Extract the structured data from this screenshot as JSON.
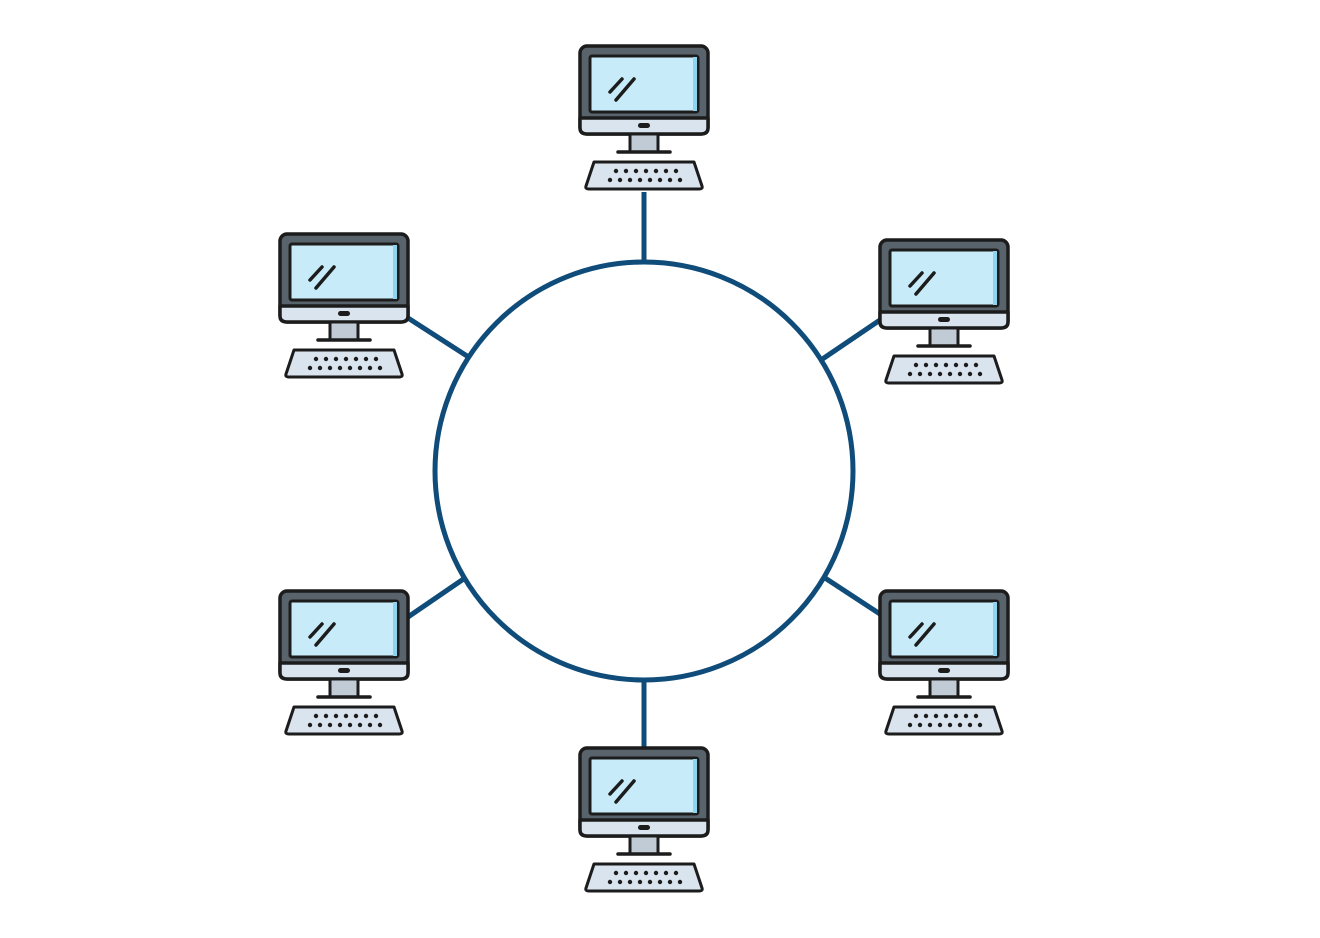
{
  "diagram": {
    "type": "ring-network-topology",
    "node_count": 6,
    "nodes": [
      {
        "name": "computer-top",
        "icon": "desktop-computer-icon"
      },
      {
        "name": "computer-upper-right",
        "icon": "desktop-computer-icon"
      },
      {
        "name": "computer-lower-right",
        "icon": "desktop-computer-icon"
      },
      {
        "name": "computer-bottom",
        "icon": "desktop-computer-icon"
      },
      {
        "name": "computer-lower-left",
        "icon": "desktop-computer-icon"
      },
      {
        "name": "computer-upper-left",
        "icon": "desktop-computer-icon"
      }
    ],
    "colors": {
      "ring": "#0f4c7a",
      "link": "#0f4c7a",
      "outline": "#1c1c1c",
      "bezel": "#59636b",
      "screen": "#c7ebf9",
      "screen_edge": "#8ed4f0",
      "chin": "#d9e4ee",
      "stand": "#c0cbd6",
      "keyboard": "#d9e4ee"
    }
  }
}
